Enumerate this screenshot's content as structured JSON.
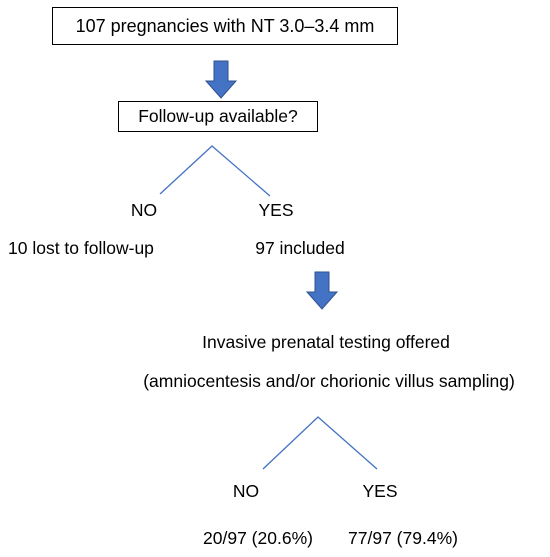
{
  "flowchart": {
    "start": "107 pregnancies with NT 3.0–3.4 mm",
    "question": "Follow-up available?",
    "branch1": {
      "no_label": "NO",
      "yes_label": "YES",
      "no_result": "10 lost to follow-up",
      "yes_result": "97 included"
    },
    "step": {
      "line1": "Invasive prenatal testing offered",
      "line2": "(amniocentesis and/or chorionic villus sampling)"
    },
    "branch2": {
      "no_label": "NO",
      "yes_label": "YES",
      "no_result": "20/97 (20.6%)",
      "yes_result": "77/97 (79.4%)"
    }
  },
  "colors": {
    "arrow": "#4472C4",
    "arrow_outline": "#2F528F",
    "branch_line": "#4472C4",
    "box_border": "#000000"
  }
}
